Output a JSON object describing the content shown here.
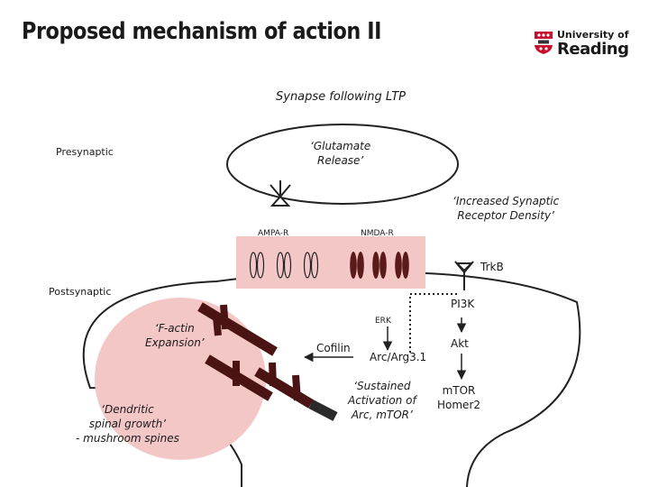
{
  "slide": {
    "title": "Proposed mechanism of action II"
  },
  "logo": {
    "line1": "University of",
    "line2": "Reading"
  },
  "diagram": {
    "heading": "Synapse following LTP",
    "presynaptic": "Presynaptic",
    "postsynaptic": "Postsynaptic",
    "glutamate_release": "‘Glutamate\nRelease’",
    "increased_receptor_density": "‘Increased Synaptic\nReceptor Density’",
    "ampa_r": "AMPA-R",
    "nmda_r": "NMDA-R",
    "trkb": "TrkB",
    "pi3k": "PI3K",
    "erk": "ERK",
    "akt": "Akt",
    "cofilin": "Cofilin",
    "arc_arg": "Arc/Arg3.1",
    "mtor_homer": "mTOR\nHomer2",
    "sustained_activation": "‘Sustained\nActivation of\nArc, mTOR’",
    "f_actin_expansion": "‘F-actin\nExpansion’",
    "dendritic_growth": "‘Dendritic\nspinal growth’\n- mushroom spines"
  },
  "colors": {
    "membrane_fill": "#f4c7c7",
    "receptor_dark": "#5a1a1a",
    "actin": "#4a1414"
  }
}
